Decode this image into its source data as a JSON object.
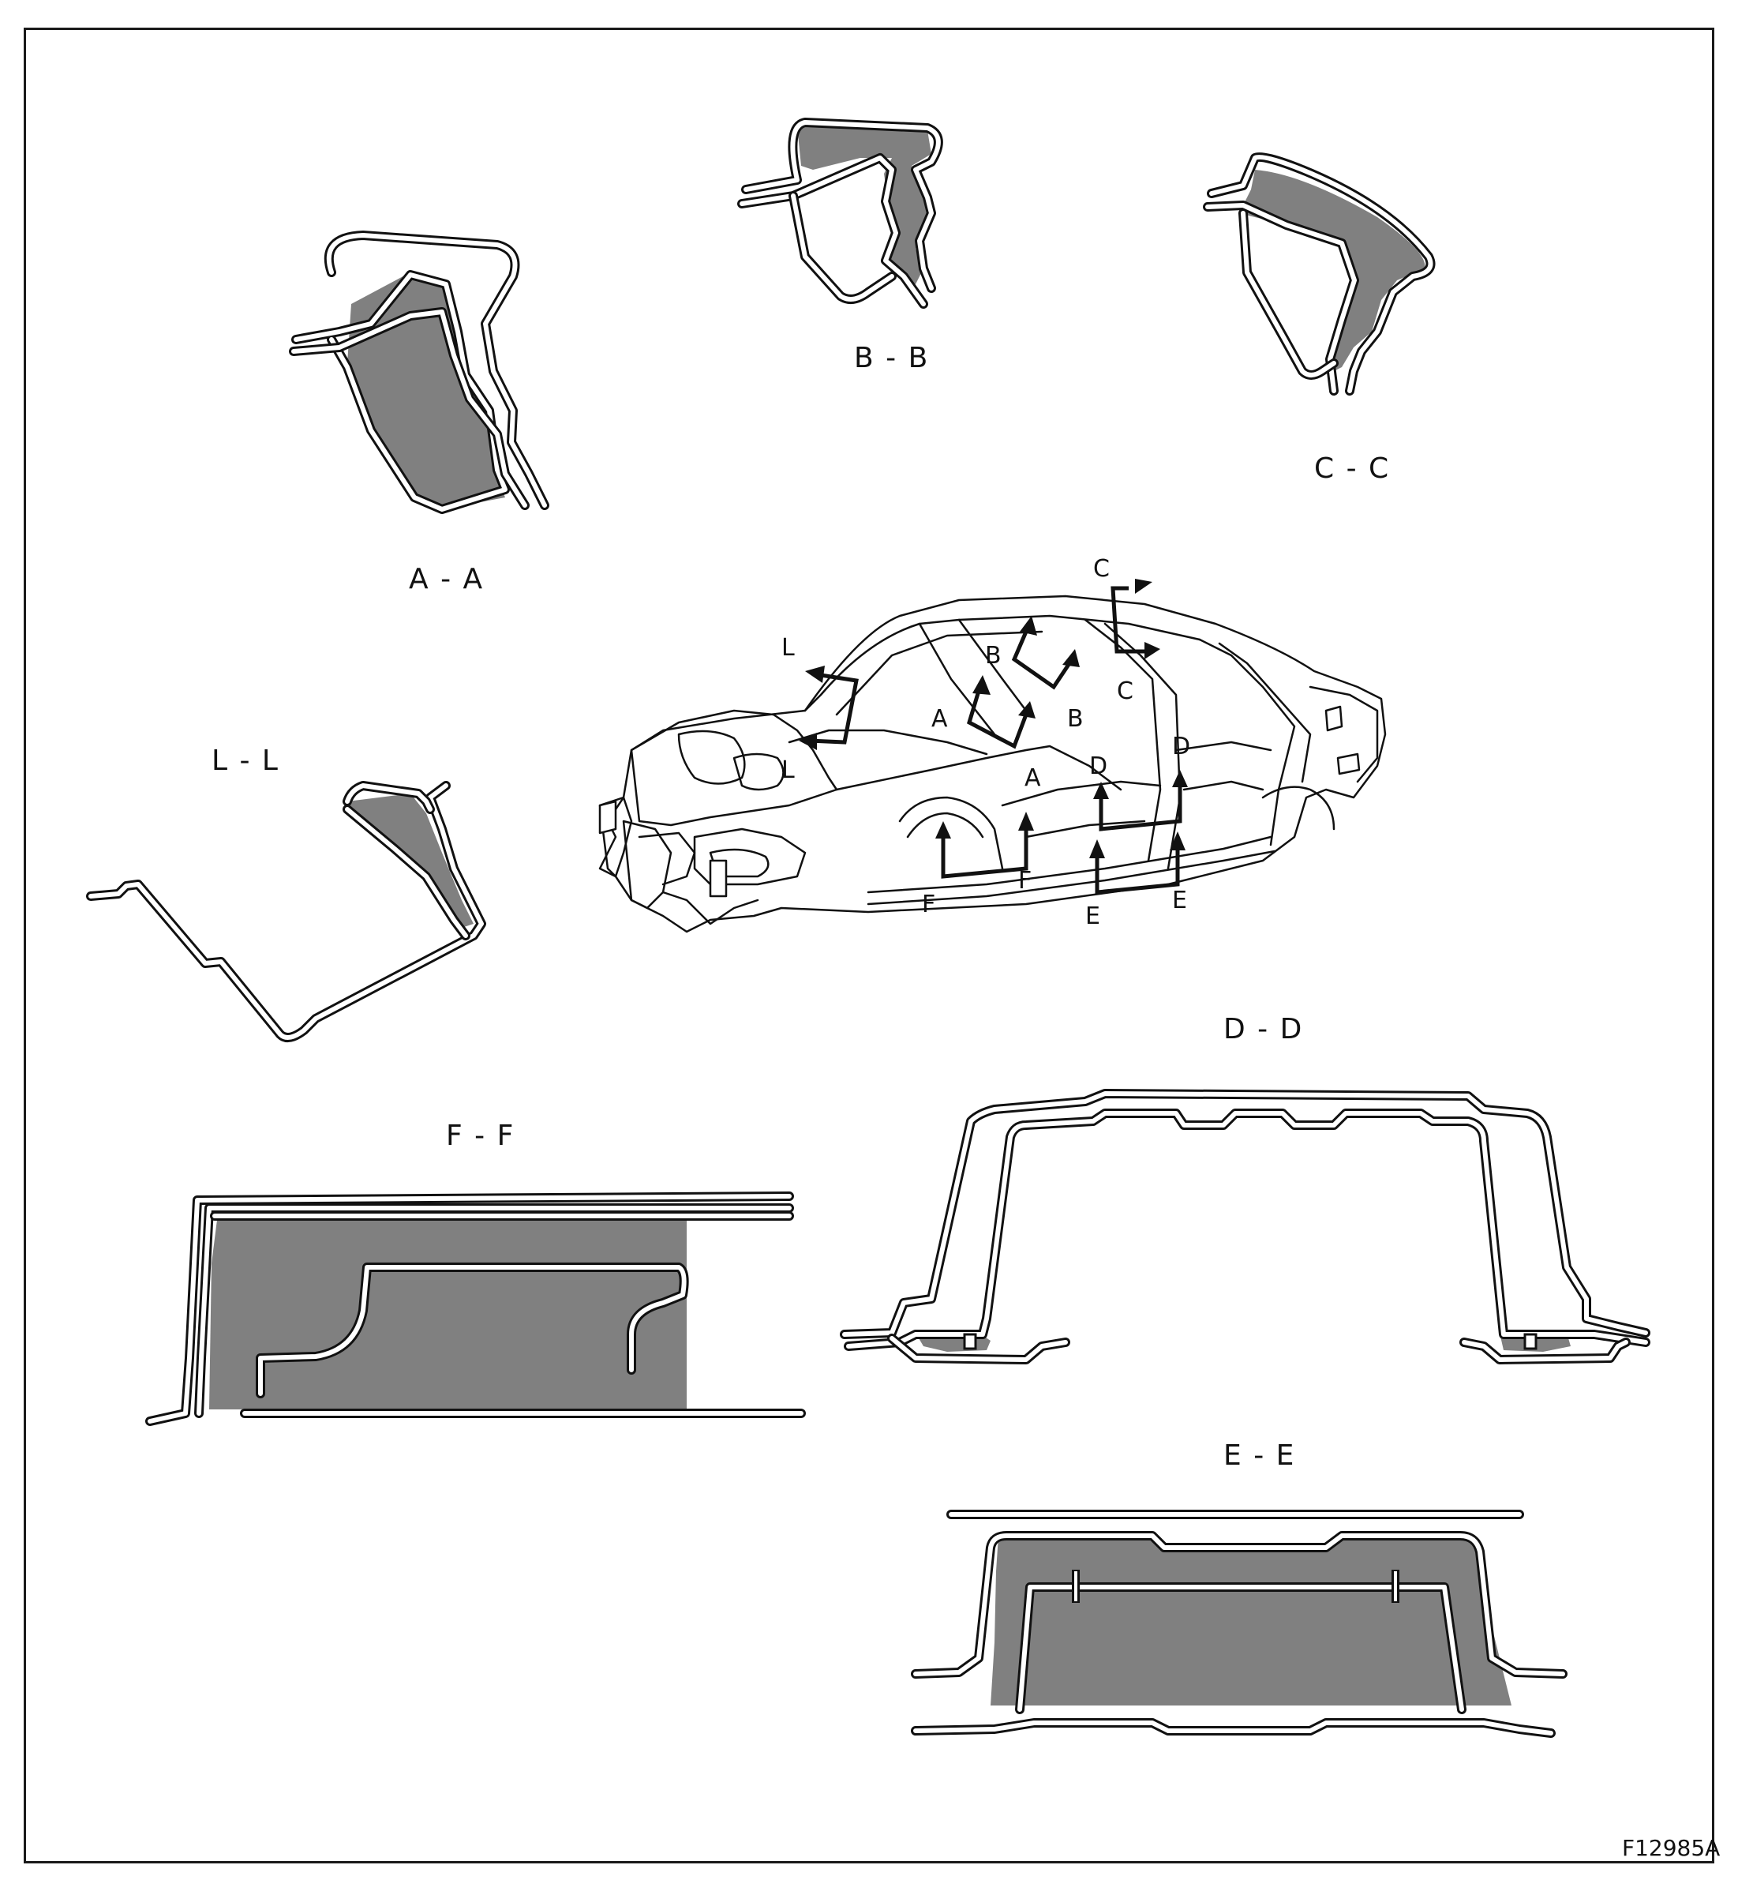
{
  "diagram": {
    "figure_id": "F12985A",
    "colors": {
      "foam": "#808080",
      "line": "#111111",
      "background": "#ffffff"
    },
    "sections": {
      "aa": "A - A",
      "bb": "B - B",
      "cc": "C - C",
      "ll": "L - L",
      "dd": "D - D",
      "ff": "F - F",
      "ee": "E - E"
    },
    "car_labels": {
      "a1": "A",
      "a2": "A",
      "b1": "B",
      "b2": "B",
      "c1": "C",
      "c2": "C",
      "d1": "D",
      "d2": "D",
      "e1": "E",
      "e2": "E",
      "f1": "F",
      "f2": "F",
      "l1": "L",
      "l2": "L"
    }
  }
}
